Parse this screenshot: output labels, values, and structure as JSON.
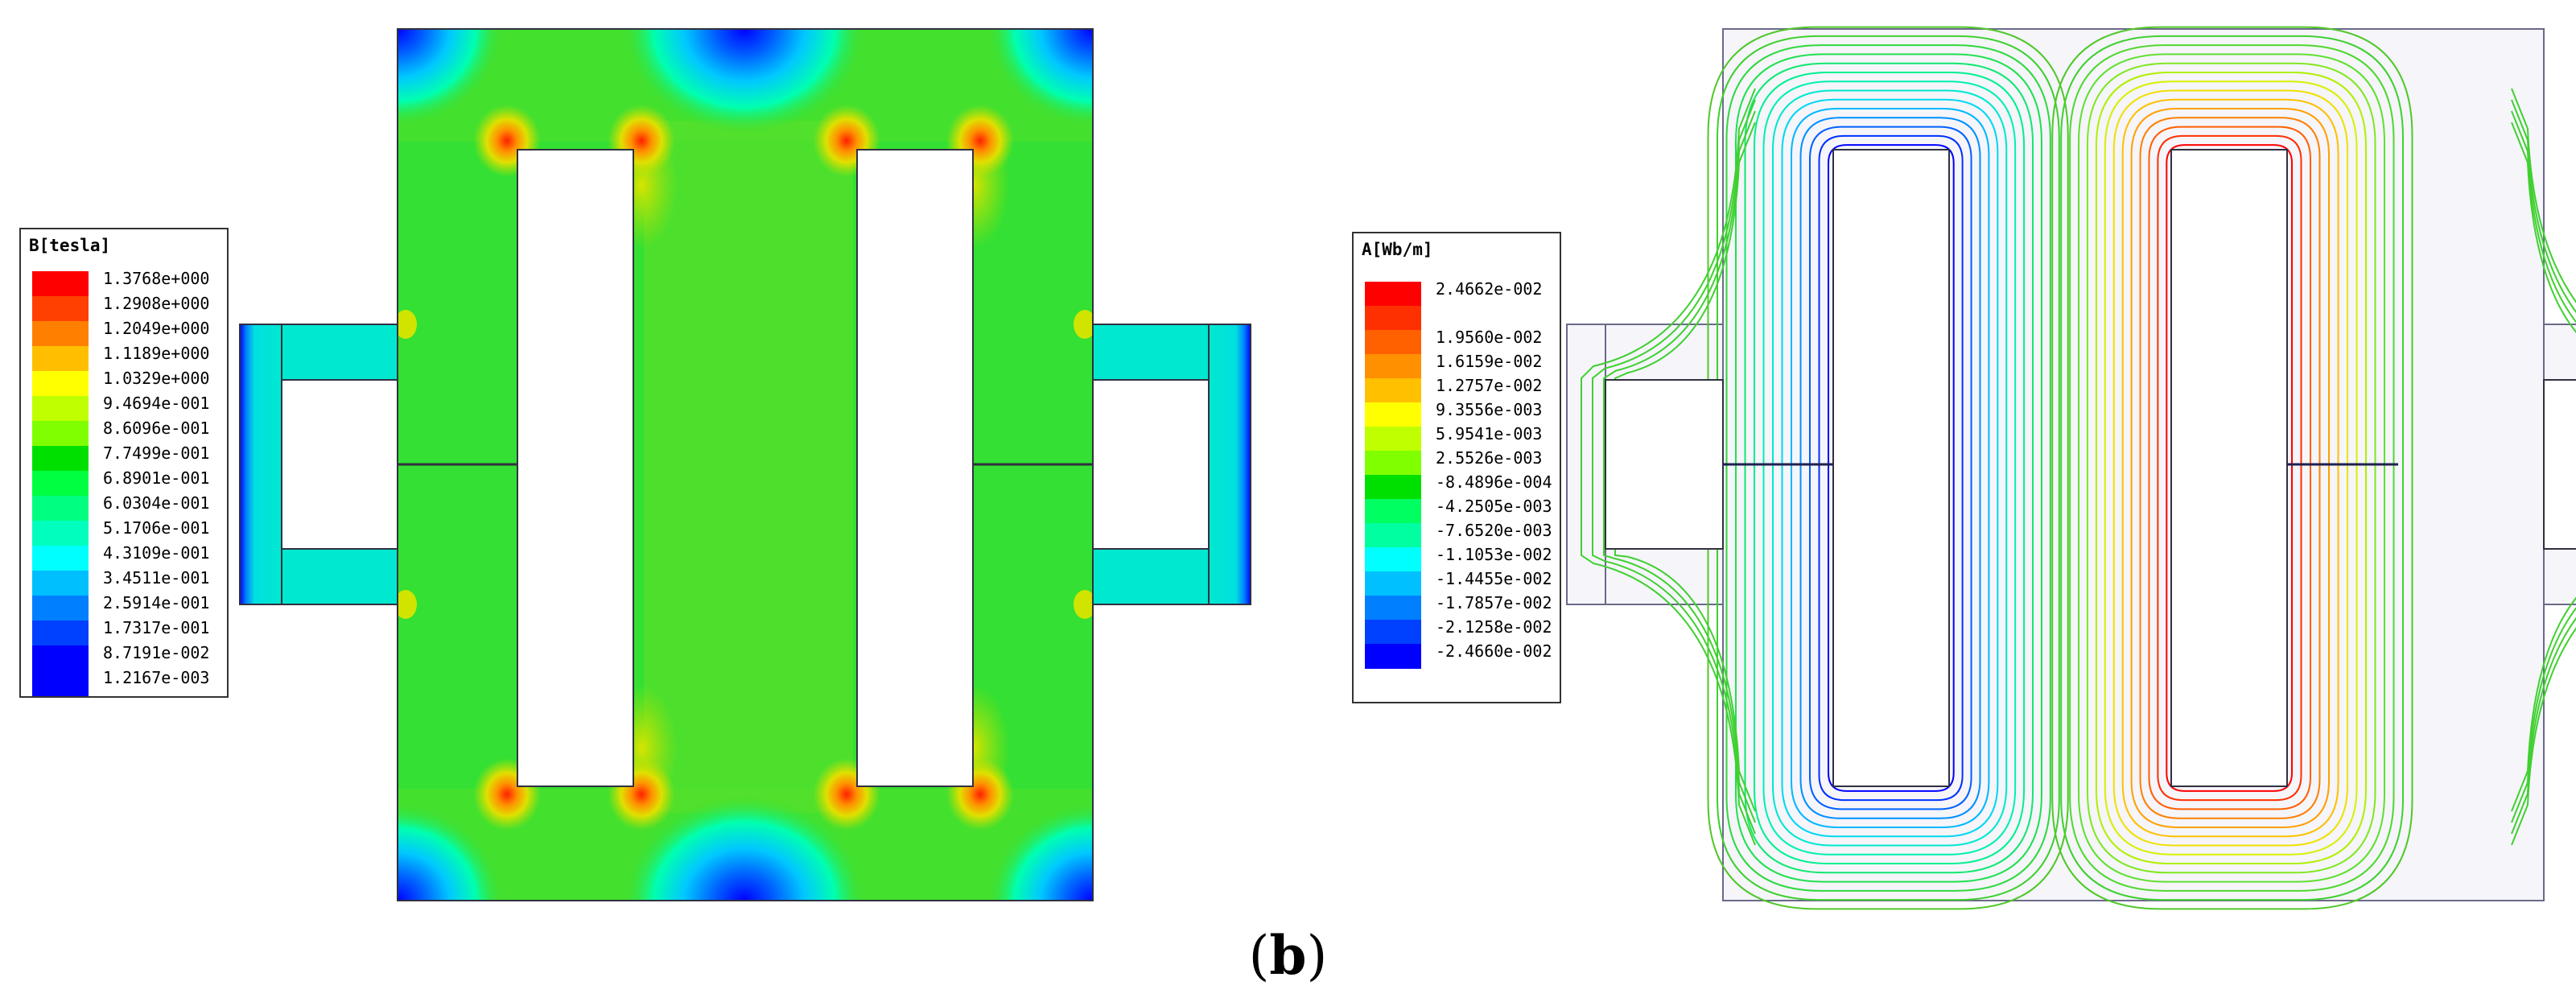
{
  "figure": {
    "caption_letter": "b",
    "colors": {
      "core_green": "#1ed21e",
      "core_base": "#33e033",
      "white": "#ffffff",
      "outline": "#303040",
      "frame": "#6a6a8a",
      "frame_fill": "#f5f5fa"
    }
  },
  "left_panel": {
    "legend": {
      "title": "B[tesla]",
      "levels": [
        {
          "label": "1.3768e+000",
          "color": "#ff0000"
        },
        {
          "label": "1.2908e+000",
          "color": "#ff4000"
        },
        {
          "label": "1.2049e+000",
          "color": "#ff8000"
        },
        {
          "label": "1.1189e+000",
          "color": "#ffbf00"
        },
        {
          "label": "1.0329e+000",
          "color": "#ffff00"
        },
        {
          "label": "9.4694e-001",
          "color": "#bfff00"
        },
        {
          "label": "8.6096e-001",
          "color": "#80ff00"
        },
        {
          "label": "7.7499e-001",
          "color": "#00e000"
        },
        {
          "label": "6.8901e-001",
          "color": "#00ff40"
        },
        {
          "label": "6.0304e-001",
          "color": "#00ff80"
        },
        {
          "label": "5.1706e-001",
          "color": "#00ffbf"
        },
        {
          "label": "4.3109e-001",
          "color": "#00ffff"
        },
        {
          "label": "3.4511e-001",
          "color": "#00bfff"
        },
        {
          "label": "2.5914e-001",
          "color": "#0080ff"
        },
        {
          "label": "1.7317e-001",
          "color": "#0040ff"
        },
        {
          "label": "8.7191e-002",
          "color": "#0000ff"
        },
        {
          "label": "1.2167e-003",
          "color": "#0000ff"
        }
      ]
    }
  },
  "right_panel": {
    "legend": {
      "title": "A[Wb/m]",
      "levels": [
        {
          "label": "2.4662e-002",
          "color": "#ff0000"
        },
        {
          "label": "",
          "color": "#ff3000"
        },
        {
          "label": "1.9560e-002",
          "color": "#ff6000"
        },
        {
          "label": "1.6159e-002",
          "color": "#ff9000"
        },
        {
          "label": "1.2757e-002",
          "color": "#ffc000"
        },
        {
          "label": "9.3556e-003",
          "color": "#ffff00"
        },
        {
          "label": "5.9541e-003",
          "color": "#c0ff00"
        },
        {
          "label": "2.5526e-003",
          "color": "#80ff00"
        },
        {
          "label": "-8.4896e-004",
          "color": "#00e000"
        },
        {
          "label": "-4.2505e-003",
          "color": "#00ff60"
        },
        {
          "label": "-7.6520e-003",
          "color": "#00ffa0"
        },
        {
          "label": "-1.1053e-002",
          "color": "#00ffff"
        },
        {
          "label": "-1.4455e-002",
          "color": "#00c0ff"
        },
        {
          "label": "-1.7857e-002",
          "color": "#0080ff"
        },
        {
          "label": "-2.1258e-002",
          "color": "#0040ff"
        },
        {
          "label": "-2.4660e-002",
          "color": "#0000ff"
        }
      ]
    }
  }
}
